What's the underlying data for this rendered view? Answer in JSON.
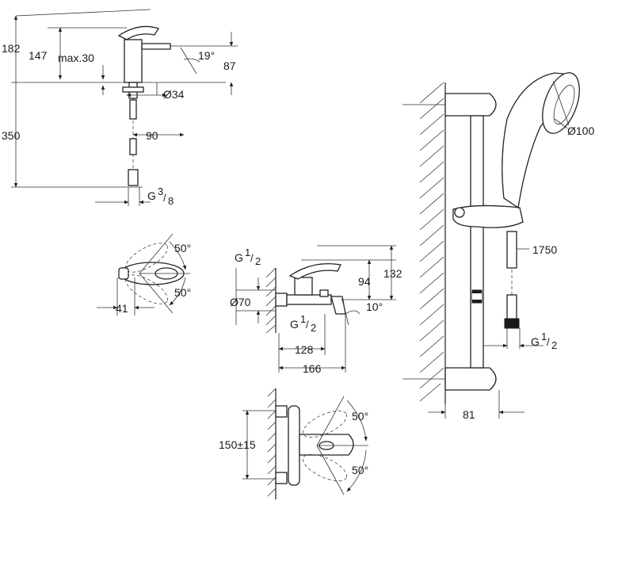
{
  "basin_mixer": {
    "dims": {
      "overall_height": "182",
      "body_height": "147",
      "max_deck": "max.30",
      "swivel_angle": "19°",
      "spout_height": "87",
      "hole_diameter": "Ø34",
      "hose_length": "350",
      "spout_reach": "90",
      "connection": "G",
      "connection_num": "3",
      "connection_den": "8"
    }
  },
  "basin_top_view": {
    "dims": {
      "angle_up": "50°",
      "angle_down": "50°",
      "width": "41"
    }
  },
  "bath_mixer": {
    "dims": {
      "connection_top": "G",
      "connection_top_num": "1",
      "connection_top_den": "2",
      "flange_diameter": "Ø70",
      "connection_bottom": "G",
      "connection_bottom_num": "1",
      "connection_bottom_den": "2",
      "height_lever": "94",
      "height_total": "132",
      "spout_angle": "10°",
      "projection_body": "128",
      "projection_total": "166"
    }
  },
  "shower_mixer": {
    "dims": {
      "centers": "150±15",
      "angle_up": "50°",
      "angle_down": "50°"
    }
  },
  "shower_rail": {
    "dims": {
      "head_diameter": "Ø100",
      "hose_length": "1750",
      "connection": "G",
      "connection_num": "1",
      "connection_den": "2",
      "wall_distance": "81"
    }
  }
}
